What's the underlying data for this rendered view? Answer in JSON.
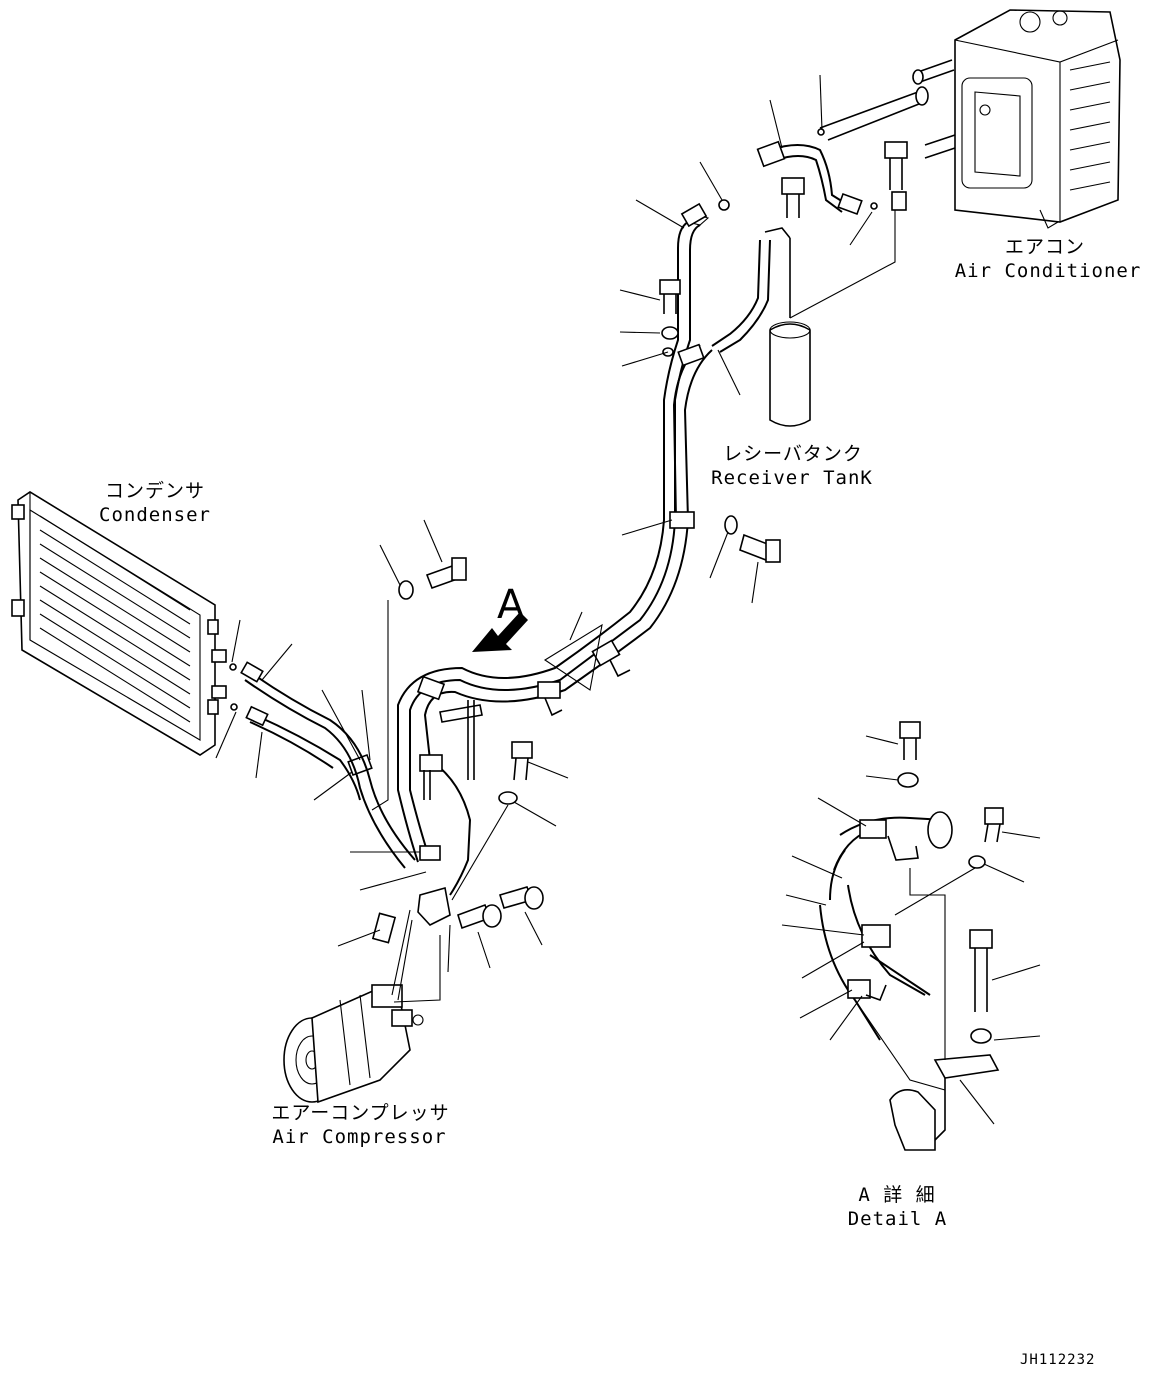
{
  "labels": {
    "air_conditioner_jp": "エアコン",
    "air_conditioner_en": "Air Conditioner",
    "receiver_tank_jp": "レシーバタンク",
    "receiver_tank_en": "Receiver TanK",
    "condenser_jp": "コンデンサ",
    "condenser_en": "Condenser",
    "compressor_jp": "エアーコンプレッサ",
    "compressor_en": "Air Compressor",
    "detail_jp": "A 詳 細",
    "detail_en": "Detail A",
    "view_marker": "A",
    "drawing_number": "JH112232"
  }
}
